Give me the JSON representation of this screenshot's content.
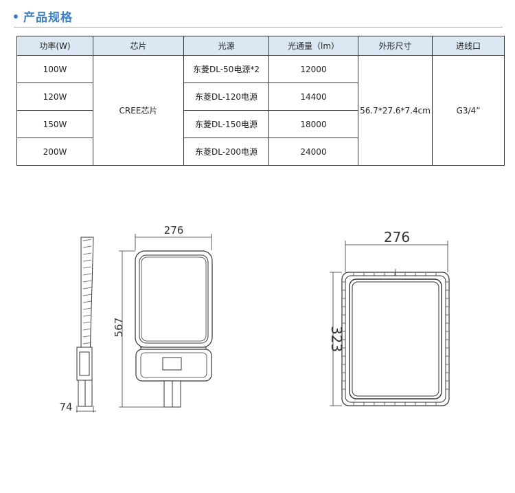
{
  "section": {
    "title": "产品规格"
  },
  "table": {
    "headers": [
      "功率(W)",
      "芯片",
      "光源",
      "光通量（lm）",
      "外形尺寸",
      "进线口"
    ],
    "chip": "CREE芯片",
    "dimensions": "56.7*27.6*7.4cm",
    "inlet": "G3/4”",
    "rows": [
      {
        "power": "100W",
        "source": "东菱DL-50电源*2",
        "flux": "12000"
      },
      {
        "power": "120W",
        "source": "东菱DL-120电源",
        "flux": "14400"
      },
      {
        "power": "150W",
        "source": "东菱DL-150电源",
        "flux": "18000"
      },
      {
        "power": "200W",
        "source": "东菱DL-200电源",
        "flux": "24000"
      }
    ]
  },
  "drawing_left": {
    "width_label": "276",
    "height_label": "567",
    "depth_label": "74"
  },
  "drawing_right": {
    "width_label": "276",
    "height_label": "323"
  }
}
